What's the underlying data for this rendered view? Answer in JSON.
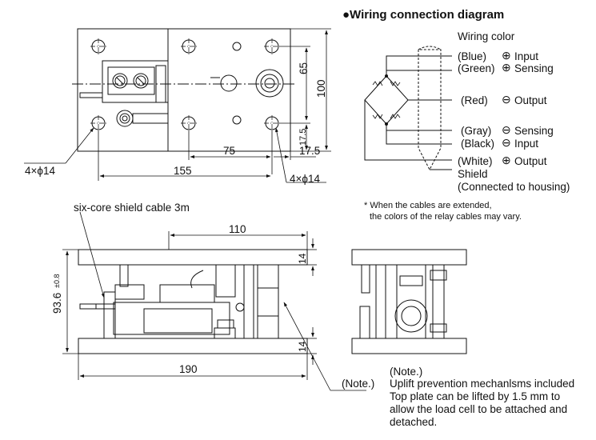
{
  "wiring": {
    "title": "●Wiring connection diagram",
    "color_heading": "Wiring color",
    "rows": [
      {
        "color": "(Blue)",
        "sign": "⊕",
        "signal": "Input"
      },
      {
        "color": "(Green)",
        "sign": "⊕",
        "signal": "Sensing"
      },
      {
        "color": "(Red)",
        "sign": "⊖",
        "signal": "Output"
      },
      {
        "color": "(Gray)",
        "sign": "⊖",
        "signal": "Sensing"
      },
      {
        "color": "(Black)",
        "sign": "⊖",
        "signal": "Input"
      },
      {
        "color": "(White)",
        "sign": "⊕",
        "signal": "Output"
      }
    ],
    "shield": "Shield",
    "shield_note": "(Connected to housing)"
  },
  "cable_note": {
    "line1": "* When the cables are extended,",
    "line2": "the colors of the relay cables may vary."
  },
  "top_view": {
    "dim_65": "65",
    "dim_100": "100",
    "dim_17_5_v": "17.5",
    "dim_75": "75",
    "dim_17_5_h": "17.5",
    "dim_155": "155",
    "hole_left": "4×ϕ14",
    "hole_right": "4×ϕ14"
  },
  "front_view": {
    "cable_label": "six-core shield cable 3m",
    "dim_110": "110",
    "dim_14_top": "14",
    "dim_14_bottom": "14",
    "dim_height": "93.6",
    "tolerance": "±0.8",
    "dim_190": "190",
    "note_ref": "(Note.)"
  },
  "note": {
    "title": "(Note.)",
    "line1": "Uplift prevention mechanlsms included",
    "line2": "Top plate can be lifted by 1.5 mm to",
    "line3": "allow the load cell to be attached and",
    "line4": "detached."
  }
}
